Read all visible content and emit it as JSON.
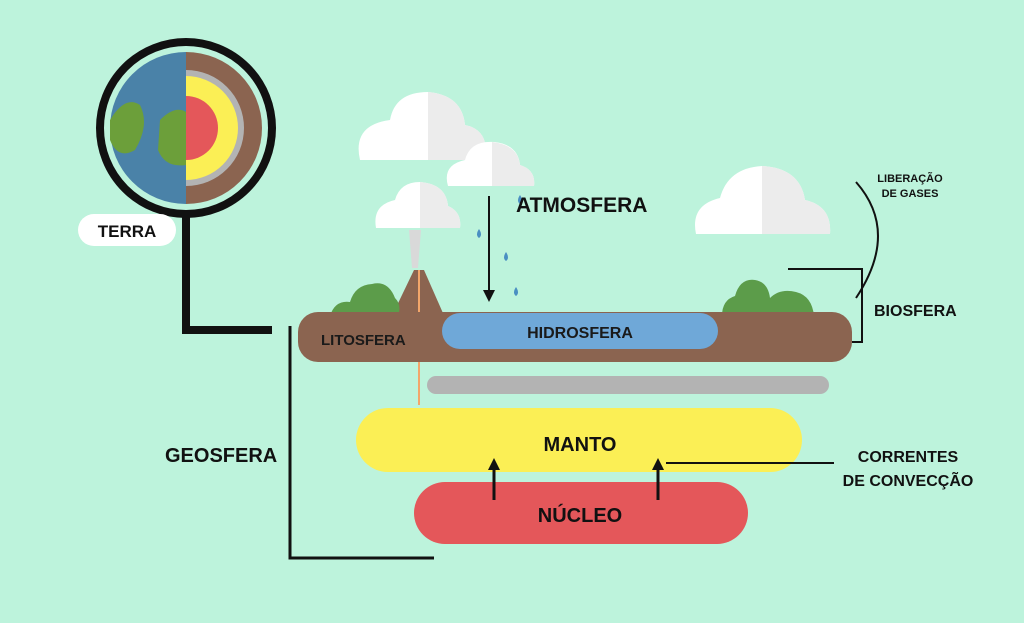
{
  "labels": {
    "terra": "TERRA",
    "atmosfera": "ATMOSFERA",
    "liberacao_line1": "LIBERAÇÃO",
    "liberacao_line2": "DE GASES",
    "biosfera": "BIOSFERA",
    "litosfera": "LITOSFERA",
    "hidrosfera": "HIDROSFERA",
    "geosfera": "GEOSFERA",
    "manto": "MANTO",
    "nucleo": "NÚCLEO",
    "correntes_line1": "CORRENTES",
    "correntes_line2": "DE CONVECÇÃO"
  },
  "icons": {
    "earth": "earth-cross-section-icon",
    "cloud": "cloud-icon",
    "raindrop": "raindrop-icon",
    "volcano": "volcano-icon",
    "tree": "tree-icon"
  },
  "colors": {
    "background": "#bdf3dc",
    "litosfera": "#8b6450",
    "hidrosfera": "#6fa8d8",
    "crust_layer": "#b3b3b3",
    "manto": "#fbef55",
    "nucleo": "#e4575a",
    "ocean": "#4a82a8",
    "land": "#6c9f3a",
    "tree": "#5c9c4a",
    "cloud": "#ffffff",
    "line": "#111111"
  }
}
